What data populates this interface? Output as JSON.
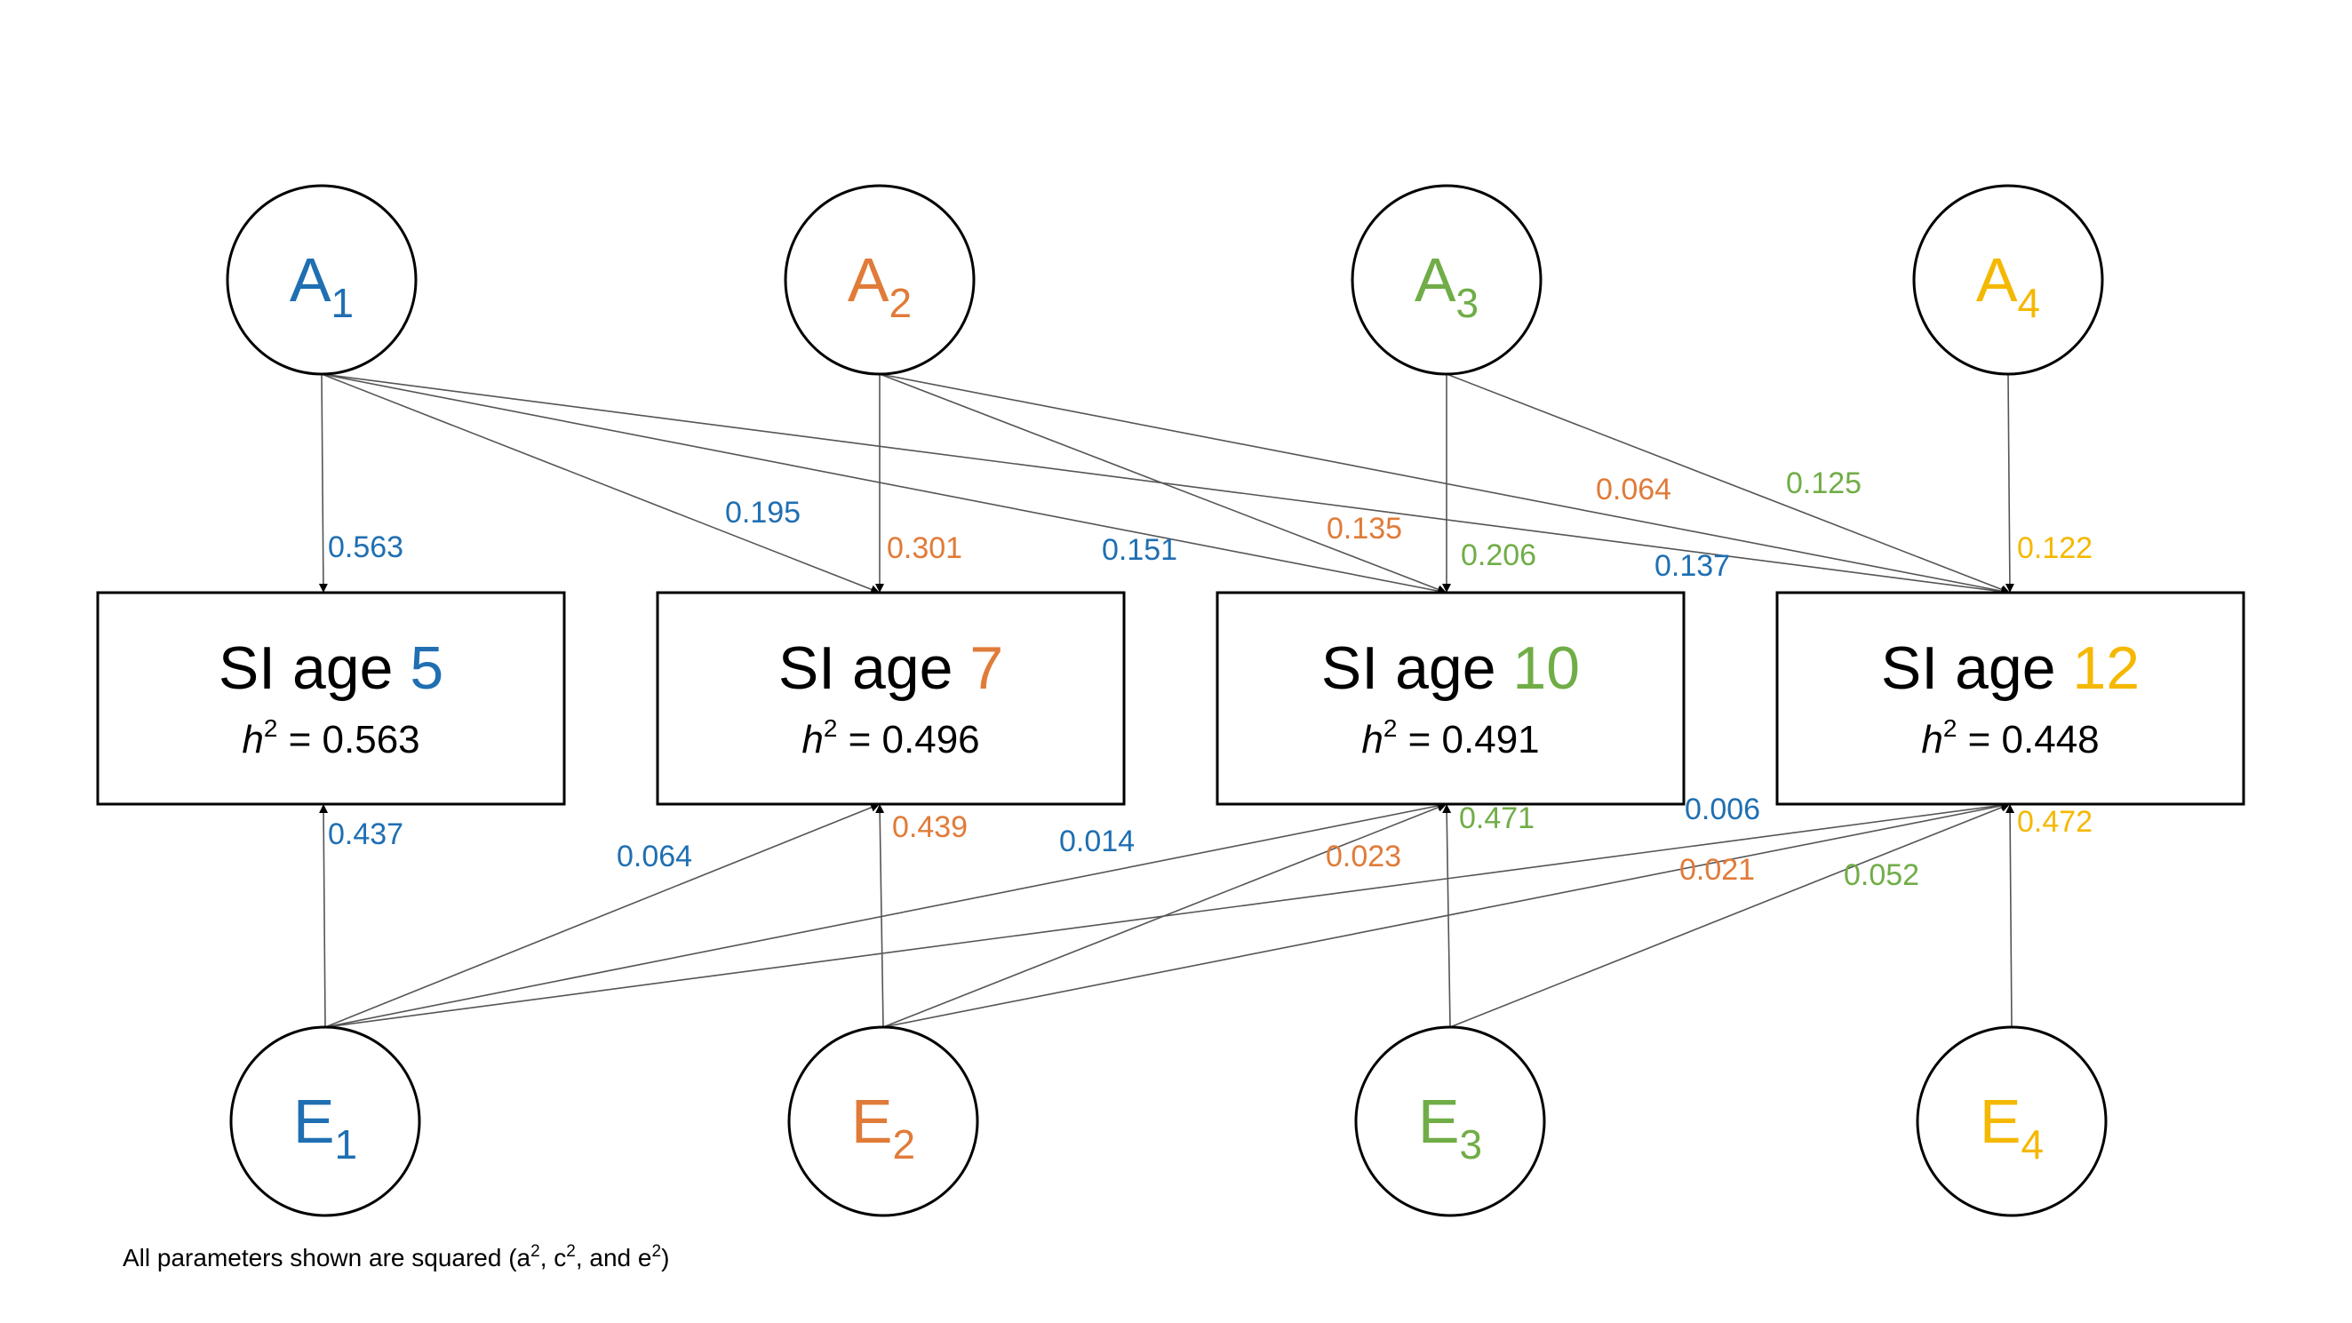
{
  "colors": {
    "age5": "#1f6fb2",
    "age7": "#e07b39",
    "age10": "#70ad47",
    "age12": "#f5b800"
  },
  "a_factors": [
    {
      "letter": "A",
      "sub": "1",
      "color": "#1f6fb2"
    },
    {
      "letter": "A",
      "sub": "2",
      "color": "#e07b39"
    },
    {
      "letter": "A",
      "sub": "3",
      "color": "#70ad47"
    },
    {
      "letter": "A",
      "sub": "4",
      "color": "#f5b800"
    }
  ],
  "e_factors": [
    {
      "letter": "E",
      "sub": "1",
      "color": "#1f6fb2"
    },
    {
      "letter": "E",
      "sub": "2",
      "color": "#e07b39"
    },
    {
      "letter": "E",
      "sub": "3",
      "color": "#70ad47"
    },
    {
      "letter": "E",
      "sub": "4",
      "color": "#f5b800"
    }
  ],
  "boxes": [
    {
      "prefix": "SI age ",
      "age": "5",
      "h2_letter": "h",
      "h2_value": "= 0.563",
      "color": "#1f6fb2"
    },
    {
      "prefix": "SI age ",
      "age": "7",
      "h2_letter": "h",
      "h2_value": "= 0.496",
      "color": "#e07b39"
    },
    {
      "prefix": "SI age ",
      "age": "10",
      "h2_letter": "h",
      "h2_value": "= 0.491",
      "color": "#70ad47"
    },
    {
      "prefix": "SI age ",
      "age": "12",
      "h2_letter": "h",
      "h2_value": "= 0.448",
      "color": "#f5b800"
    }
  ],
  "a_paths": [
    {
      "from": 0,
      "to": 0,
      "value": "0.563",
      "color": "#1f6fb2"
    },
    {
      "from": 0,
      "to": 1,
      "value": "0.195",
      "color": "#1f6fb2"
    },
    {
      "from": 0,
      "to": 2,
      "value": "0.151",
      "color": "#1f6fb2"
    },
    {
      "from": 0,
      "to": 3,
      "value": "0.137",
      "color": "#1f6fb2"
    },
    {
      "from": 1,
      "to": 1,
      "value": "0.301",
      "color": "#e07b39"
    },
    {
      "from": 1,
      "to": 2,
      "value": "0.135",
      "color": "#e07b39"
    },
    {
      "from": 1,
      "to": 3,
      "value": "0.064",
      "color": "#e07b39"
    },
    {
      "from": 2,
      "to": 2,
      "value": "0.206",
      "color": "#70ad47"
    },
    {
      "from": 2,
      "to": 3,
      "value": "0.125",
      "color": "#70ad47"
    },
    {
      "from": 3,
      "to": 3,
      "value": "0.122",
      "color": "#f5b800"
    }
  ],
  "e_paths": [
    {
      "from": 0,
      "to": 0,
      "value": "0.437",
      "color": "#1f6fb2"
    },
    {
      "from": 0,
      "to": 1,
      "value": "0.064",
      "color": "#1f6fb2"
    },
    {
      "from": 0,
      "to": 2,
      "value": "0.014",
      "color": "#1f6fb2"
    },
    {
      "from": 0,
      "to": 3,
      "value": "0.006",
      "color": "#1f6fb2"
    },
    {
      "from": 1,
      "to": 1,
      "value": "0.439",
      "color": "#e07b39"
    },
    {
      "from": 1,
      "to": 2,
      "value": "0.023",
      "color": "#e07b39"
    },
    {
      "from": 1,
      "to": 3,
      "value": "0.021",
      "color": "#e07b39"
    },
    {
      "from": 2,
      "to": 2,
      "value": "0.471",
      "color": "#70ad47"
    },
    {
      "from": 2,
      "to": 3,
      "value": "0.052",
      "color": "#70ad47"
    },
    {
      "from": 3,
      "to": 3,
      "value": "0.472",
      "color": "#f5b800"
    }
  ],
  "footnote": {
    "text_a": "All parameters shown are squared (a",
    "sup": "2",
    "text_b": ", c",
    "text_c": ", and e",
    "text_d": ")"
  }
}
